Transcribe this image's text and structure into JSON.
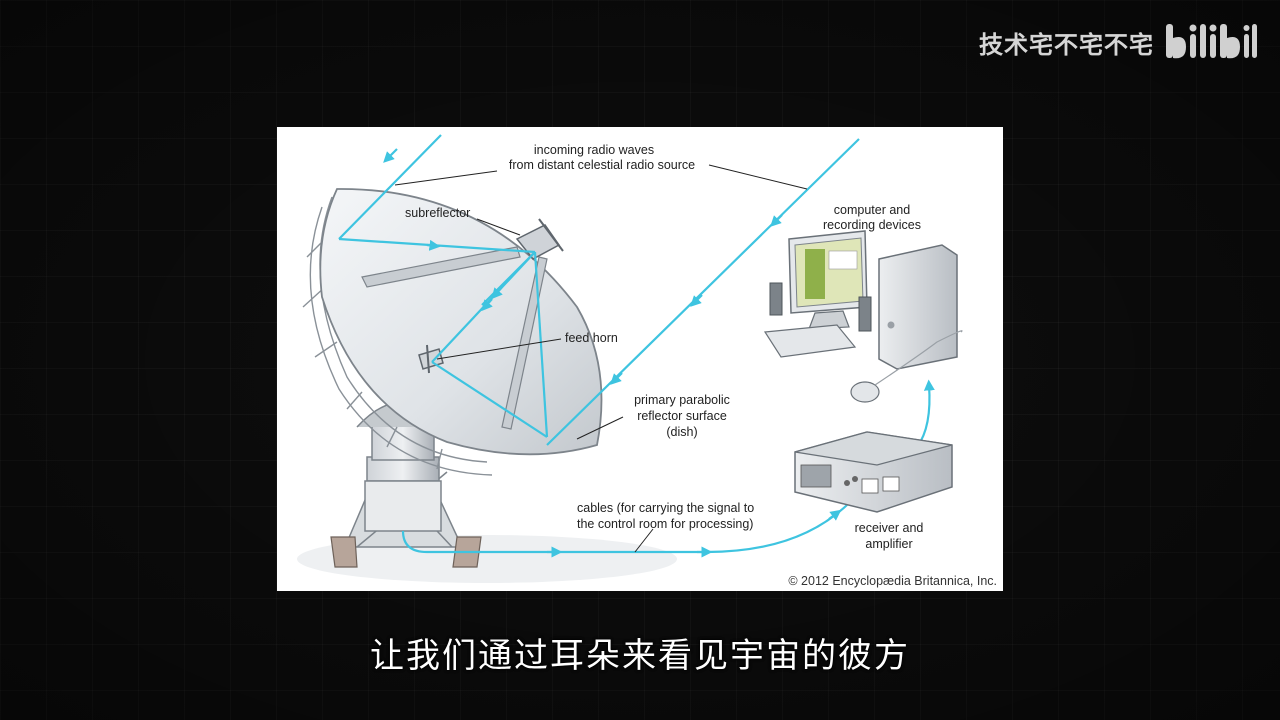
{
  "watermark": {
    "channel": "技术宅不宅不宅",
    "platform_logo": "bilibili-logo"
  },
  "diagram": {
    "labels": {
      "incoming_line1": "incoming radio waves",
      "incoming_line2": "from distant celestial radio source",
      "subreflector": "subreflector",
      "feed_horn": "feed horn",
      "primary_line1": "primary parabolic",
      "primary_line2": "reflector surface",
      "primary_line3": "(dish)",
      "computer_line1": "computer and",
      "computer_line2": "recording devices",
      "cables_line1": "cables (for carrying the signal to",
      "cables_line2": "the control room for processing)",
      "receiver_line1": "receiver and",
      "receiver_line2": "amplifier"
    },
    "credit": "© 2012 Encyclopædia Britannica, Inc.",
    "colors": {
      "wave": "#3ec4e0",
      "structure": "#9aa0a8",
      "dish": "#e6e9ec"
    }
  },
  "subtitle": "让我们通过耳朵来看见宇宙的彼方"
}
